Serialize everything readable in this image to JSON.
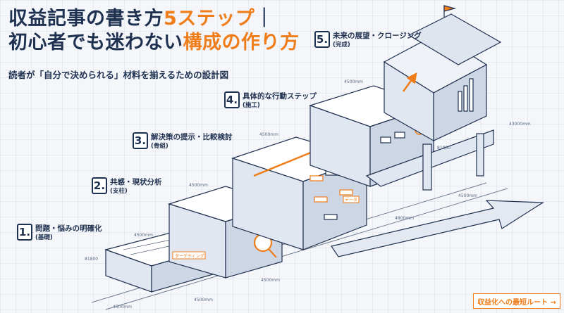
{
  "title": {
    "line1_main": "収益記事の書き方",
    "line1_accent": "5ステップ",
    "line1_bar": "｜",
    "line2_main": "初心者でも迷わない",
    "line2_accent": "構成の作り方"
  },
  "subtitle": "読者が「自分で決められる」材料を揃えるための設計図",
  "steps": [
    {
      "num": "1.",
      "label": "問題・悩みの明確化",
      "sub": "(基礎)"
    },
    {
      "num": "2.",
      "label": "共感・現状分析",
      "sub": "(支柱)"
    },
    {
      "num": "3.",
      "label": "解決策の提示・比較検討",
      "sub": "(骨組)"
    },
    {
      "num": "4.",
      "label": "具体的な行動ステップ",
      "sub": "(施工)"
    },
    {
      "num": "5.",
      "label": "未来の展望・クロージング",
      "sub": "(完成)"
    }
  ],
  "tags": {
    "targeting": "ターゲティング",
    "data": "データ"
  },
  "dimensions": [
    "4500mm",
    "4500mm",
    "4500mm",
    "4500mm",
    "4500mm",
    "81800",
    "4500mm",
    "4500mm",
    "4800mm",
    "4500mm",
    "81800",
    "43000mm"
  ],
  "route_button": "収益化への最短ルート →",
  "colors": {
    "accent": "#ef7d1a",
    "ink": "#1f3150",
    "paper": "#f4f6f9"
  }
}
